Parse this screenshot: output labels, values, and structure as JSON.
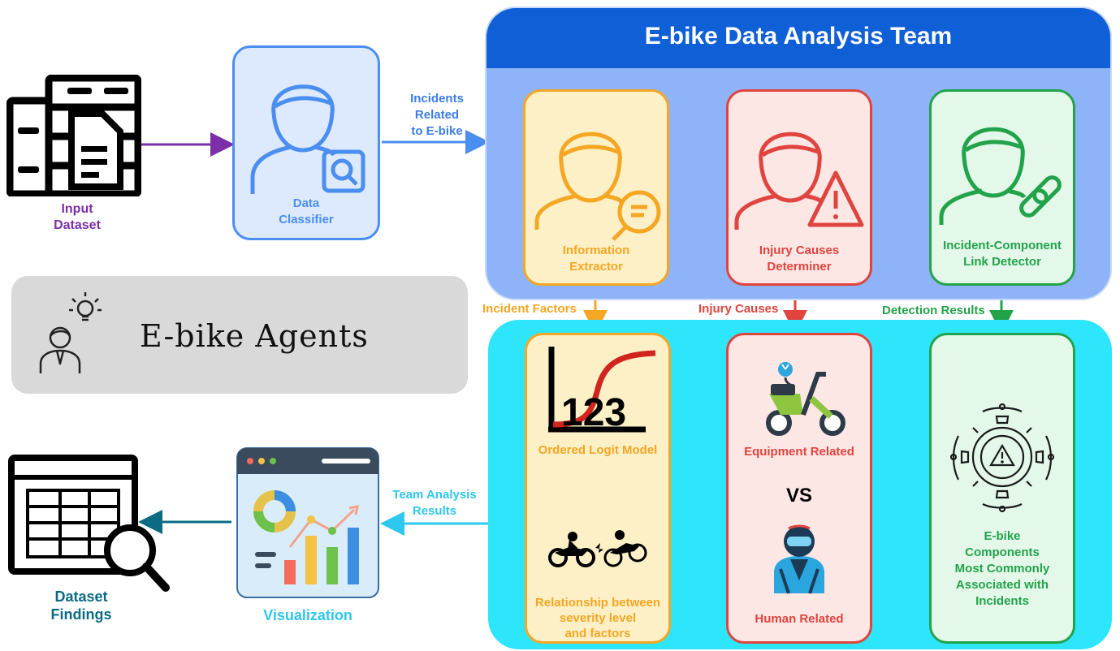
{
  "input": {
    "label": "Input\nDataset"
  },
  "classifier": {
    "label": "Data\nClassifier"
  },
  "edge_incidents": {
    "label": "Incidents\nRelated\nto E-bike"
  },
  "team": {
    "title": "E-bike Data Analysis Team"
  },
  "agents": [
    {
      "label": "Information\nExtractor",
      "color": "#f5a623"
    },
    {
      "label": "Injury Causes\nDeterminer",
      "color": "#e0443e"
    },
    {
      "label": "Incident-Component\nLink Detector",
      "color": "#22a34a"
    }
  ],
  "edges": {
    "incident_factors": "Incident Factors",
    "injury_causes": "Injury Causes",
    "detection_results": "Detection Results",
    "team_analysis": "Team Analysis\nResults"
  },
  "legend": {
    "label": "E-bike Agents"
  },
  "results": {
    "logit_title": "Ordered Logit Model",
    "logit_number": "123",
    "relationship": "Relationship between\nseverity level\nand factors",
    "equipment": "Equipment Related",
    "vs": "VS",
    "human": "Human Related",
    "components": "E-bike\nComponents\nMost Commonly\nAssociated with\nIncidents"
  },
  "visualization": {
    "label": "Visualization"
  },
  "findings": {
    "label": "Dataset\nFindings"
  },
  "colors": {
    "blue_header": "#0f5fd7",
    "team_bg": "#8fb3f8",
    "results_bg": "#2ee6fb",
    "purple": "#7b2fa8",
    "classifier_blue": "#4a8ef0",
    "teal": "#0b6b84"
  }
}
